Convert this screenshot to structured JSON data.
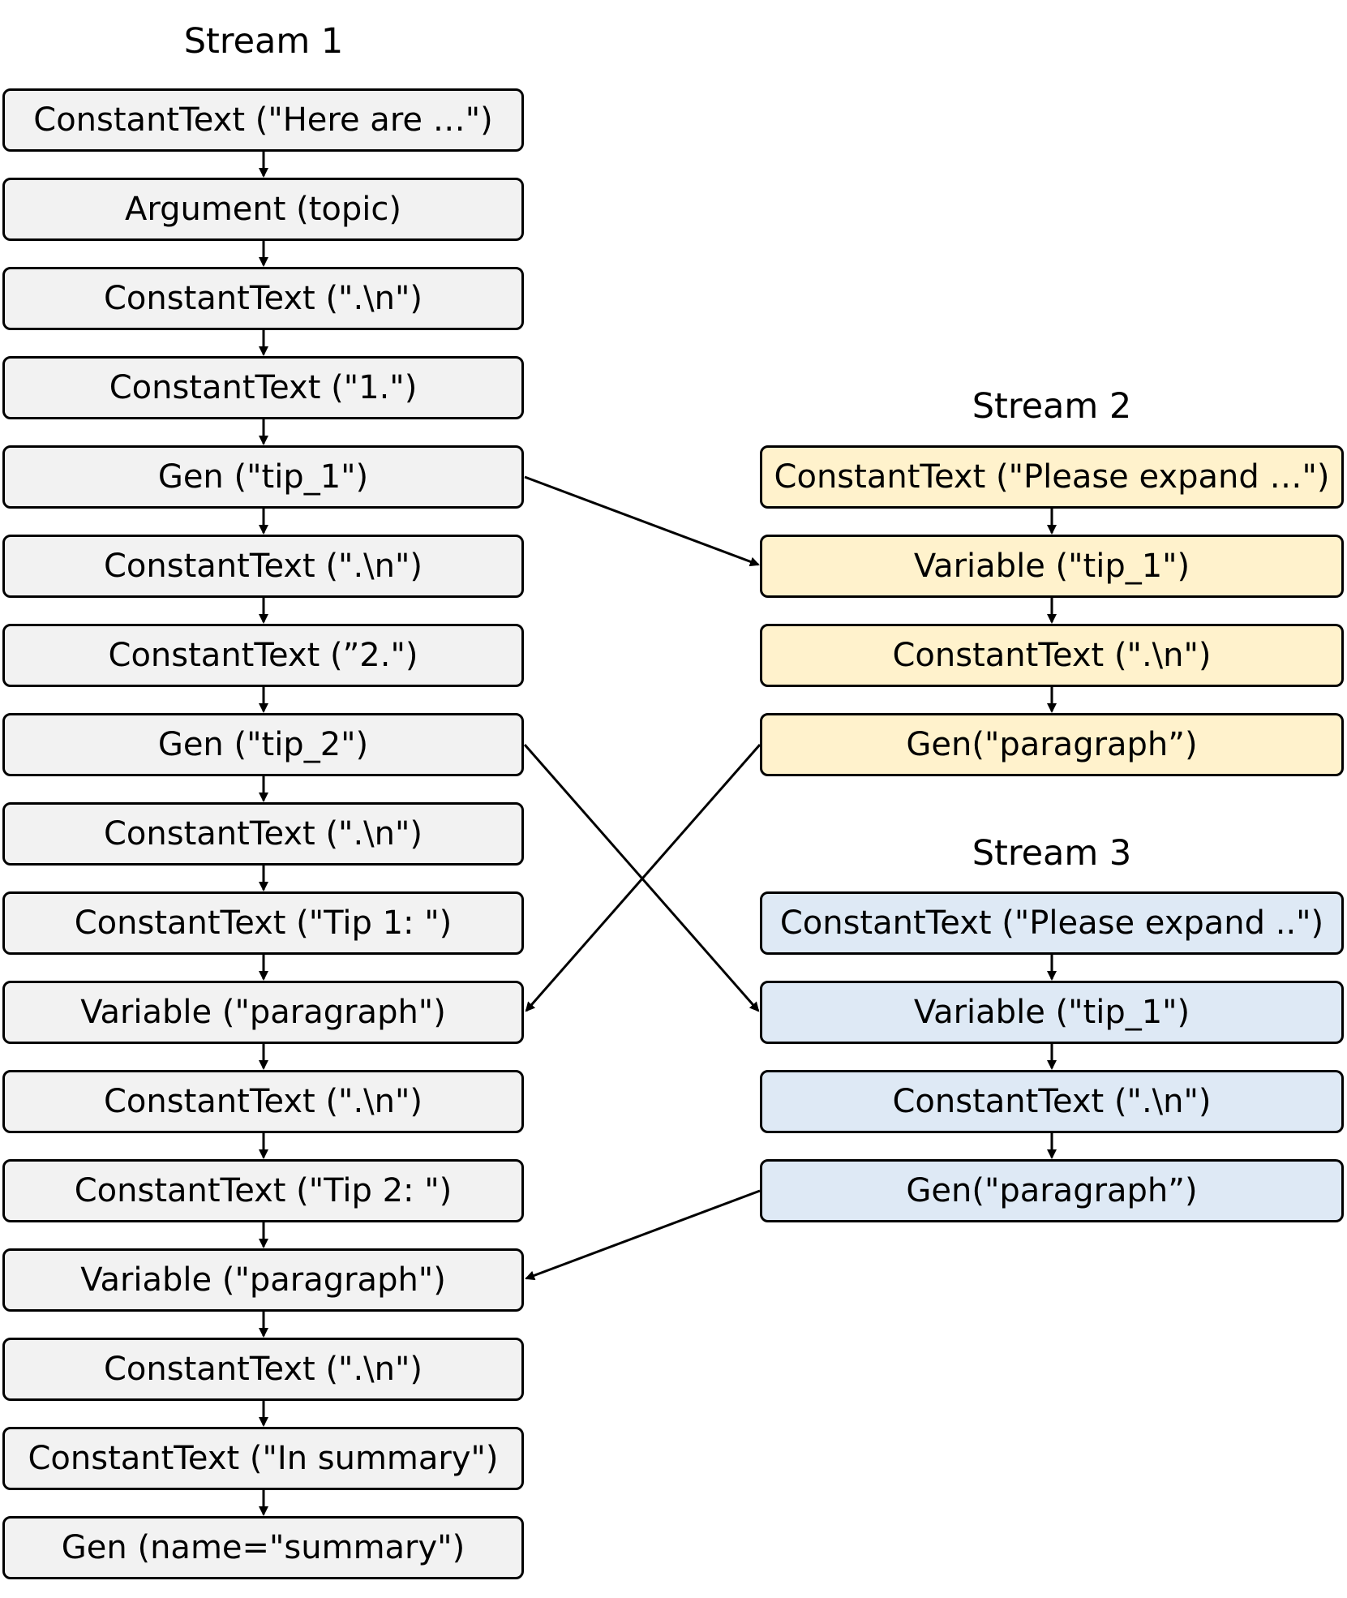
{
  "streams": [
    {
      "title": "Stream 1",
      "nodes": [
        "ConstantText (\"Here are …\")",
        "Argument (topic)",
        "ConstantText (\".\\n\")",
        "ConstantText (\"1.\")",
        "Gen (\"tip_1\")",
        "ConstantText (\".\\n\")",
        "ConstantText (”2.\")",
        "Gen (\"tip_2\")",
        "ConstantText (\".\\n\")",
        "ConstantText (\"Tip 1: \")",
        "Variable (\"paragraph\")",
        "ConstantText (\".\\n\")",
        "ConstantText (\"Tip 2: \")",
        "Variable (\"paragraph\")",
        "ConstantText (\".\\n\")",
        "ConstantText (\"In summary\")",
        "Gen (name=\"summary\")"
      ]
    },
    {
      "title": "Stream 2",
      "nodes": [
        "ConstantText (\"Please expand …\")",
        "Variable (\"tip_1\")",
        "ConstantText (\".\\n\")",
        "Gen(\"paragraph”)"
      ]
    },
    {
      "title": "Stream 3",
      "nodes": [
        "ConstantText (\"Please expand ..\")",
        "Variable (\"tip_1\")",
        "ConstantText (\".\\n\")",
        "Gen(\"paragraph”)"
      ]
    }
  ],
  "cross_links": [
    {
      "from": "stream1.gen-tip-1",
      "to": "stream2.variable-tip-1"
    },
    {
      "from": "stream1.gen-tip-2",
      "to": "stream3.variable-tip-1"
    },
    {
      "from": "stream2.gen-paragraph",
      "to": "stream1.variable-paragraph-1"
    },
    {
      "from": "stream3.gen-paragraph",
      "to": "stream1.variable-paragraph-2"
    }
  ]
}
